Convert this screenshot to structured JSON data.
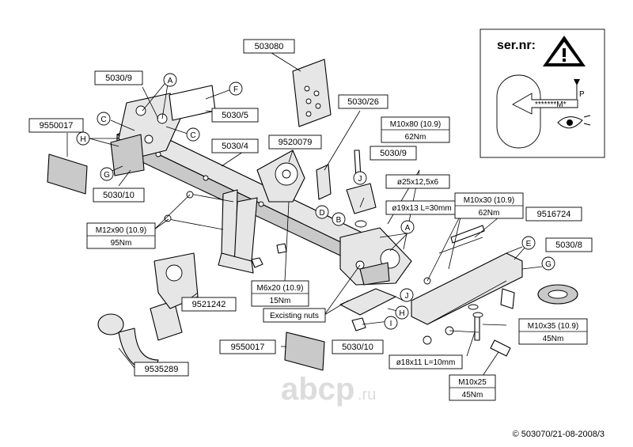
{
  "labels": {
    "l_503080": "503080",
    "l_5030_9_top": "5030/9",
    "l_5030_5": "5030/5",
    "l_5030_4": "5030/4",
    "l_5030_10_left": "5030/10",
    "l_5030_26": "5030/26",
    "l_9520079": "9520079",
    "l_5030_9_right": "5030/9",
    "l_9516724": "9516724",
    "l_5030_8": "5030/8",
    "l_9521242": "9521242",
    "l_9535289": "9535289",
    "l_9550017_left": "9550017",
    "l_9550017_bottom": "9550017",
    "l_5030_10_bottom": "5030/10",
    "l_existing_nuts": "Excisting nuts"
  },
  "callouts": {
    "A1": "A",
    "A2": "A",
    "C1": "C",
    "C2": "C",
    "H1": "H",
    "G1": "G",
    "F1": "F",
    "D1": "D",
    "B1": "B",
    "J1": "J",
    "J2": "J",
    "E1": "E",
    "G2": "G",
    "H2": "H",
    "I1": "I"
  },
  "specs": {
    "m10x80_line1": "M10x80 (10.9)",
    "m10x80_line2": "62Nm",
    "m12x90_line1": "M12x90 (10.9)",
    "m12x90_line2": "95Nm",
    "m10x30_line1": "M10x30 (10.9)",
    "m10x30_line2": "62Nm",
    "m6x20_line1": "M6x20 (10.9)",
    "m6x20_line2": "15Nm",
    "m10x35_line1": "M10x35 (10.9)",
    "m10x35_line2": "45Nm",
    "m10x25_line1": "M10x25",
    "m10x25_line2": "45Nm",
    "spacer_25": "ø25x12,5x6",
    "spacer_19": "ø19x13 L=30mm",
    "spacer_18": "ø18x11 L=10mm"
  },
  "warning": {
    "title": "ser.nr:",
    "stars": "*******M*",
    "p": "P"
  },
  "watermark": {
    "text": "abcp",
    "suffix": ".ru"
  },
  "footer": {
    "copyright": "© 503070/21-08-2008/3"
  }
}
